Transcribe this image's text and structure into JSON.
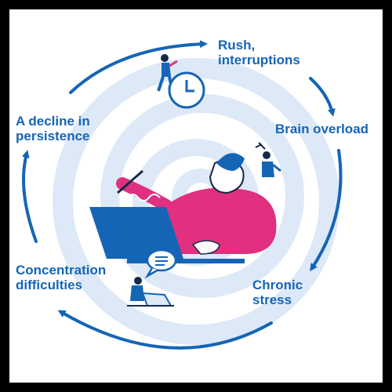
{
  "cycle": {
    "steps": [
      {
        "lines": [
          "Rush,",
          "interruptions"
        ]
      },
      {
        "lines": [
          "Brain overload"
        ]
      },
      {
        "lines": [
          "Chronic",
          "stress"
        ]
      },
      {
        "lines": [
          "Concentration",
          "difficulties"
        ]
      },
      {
        "lines": [
          "A decline in",
          "persistence"
        ]
      }
    ]
  },
  "colors": {
    "accent_blue": "#1565b6",
    "spiral_light": "#dde9f6",
    "magenta": "#e0307f",
    "dark_navy": "#152a4a"
  },
  "icons": [
    "rushing-person-icon",
    "clock-icon",
    "person-with-laptop-illustration",
    "speech-bubble-icon",
    "brain-mechanic-icon",
    "seated-reader-icon"
  ]
}
